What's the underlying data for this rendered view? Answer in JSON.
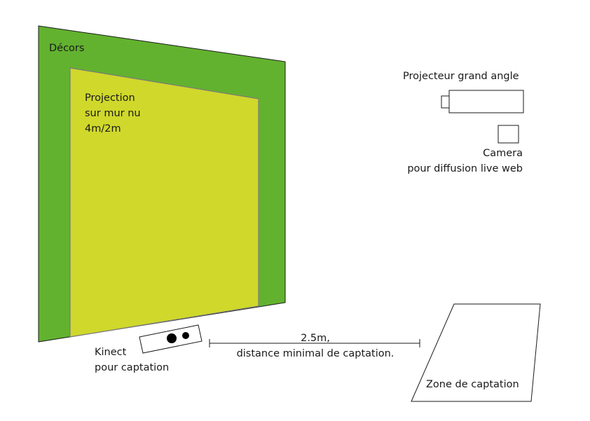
{
  "labels": {
    "decors": "Décors",
    "projection": [
      "Projection",
      "sur mur nu",
      "4m/2m"
    ],
    "projector": "Projecteur grand angle",
    "camera": [
      "Camera",
      "pour diffusion live web"
    ],
    "kinect": [
      "Kinect",
      "pour captation"
    ],
    "distance": [
      "2.5m,",
      "distance minimal de captation."
    ],
    "zone": "Zone de captation"
  },
  "colors": {
    "decor_green": "#62b22f",
    "projection_yellow": "#cfd82b",
    "outline": "#1a1a1a",
    "border_grey": "#7a7a7a"
  }
}
